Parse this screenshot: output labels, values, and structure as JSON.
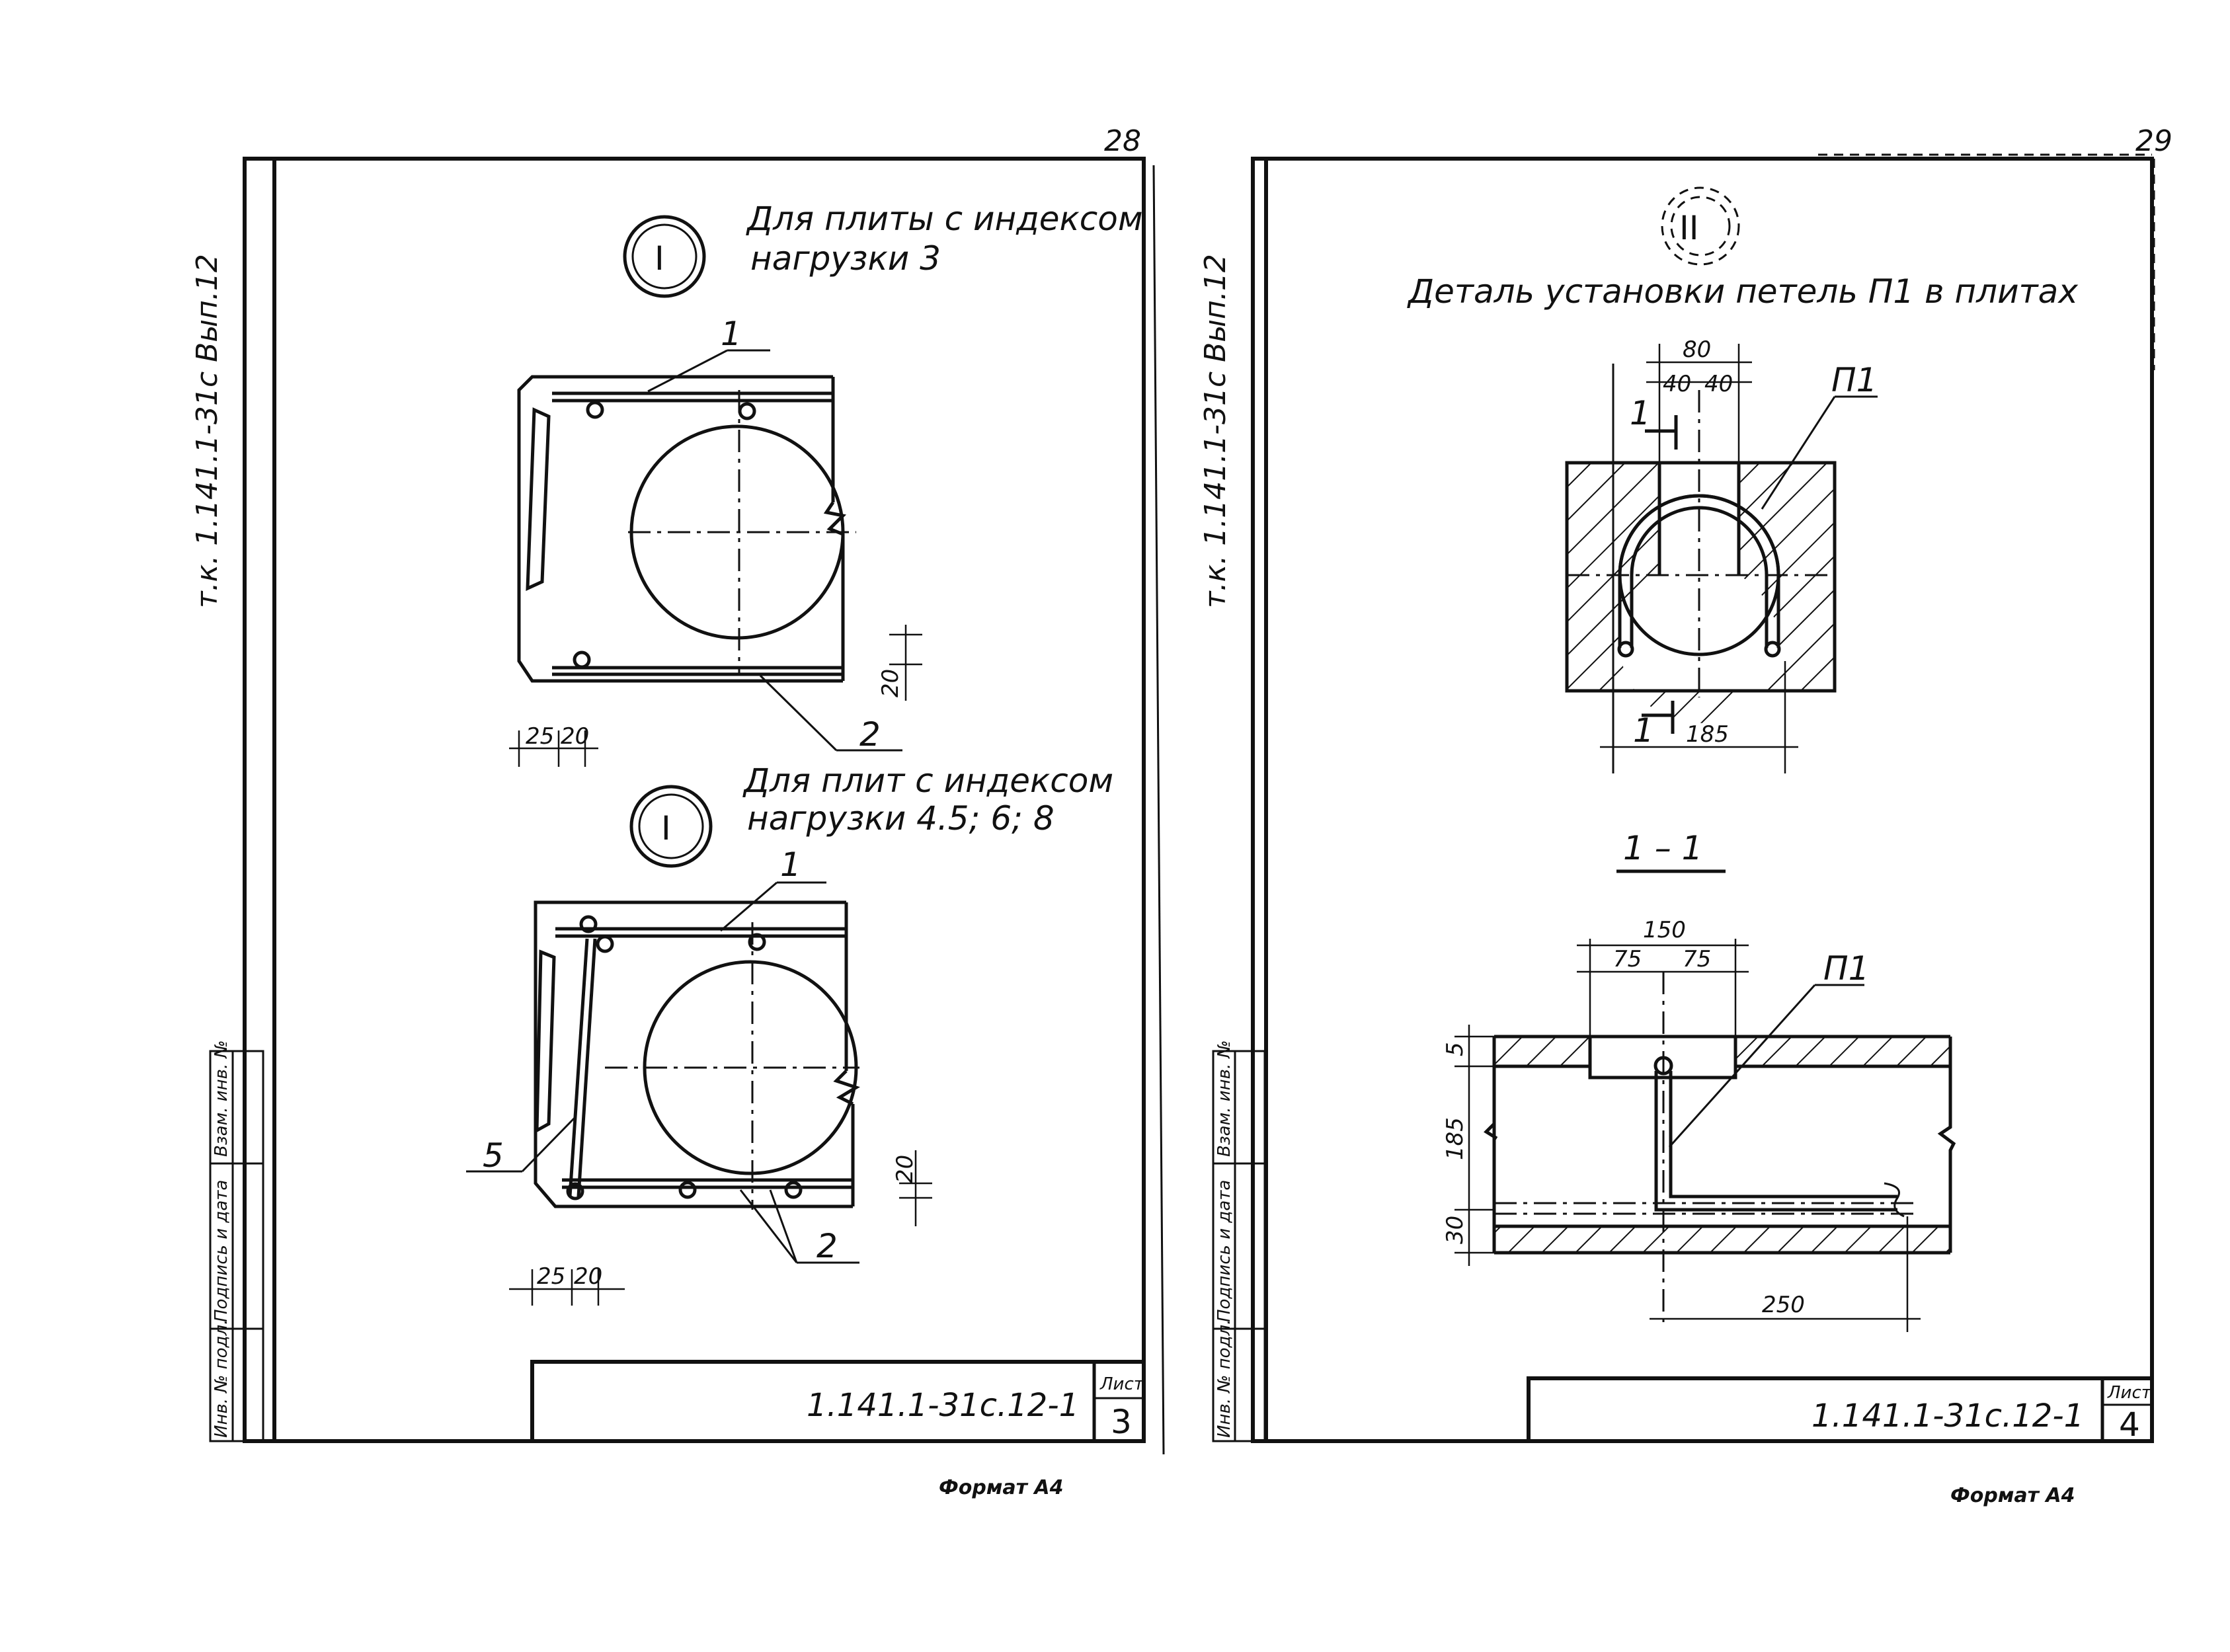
{
  "left_sheet": {
    "page_number": "28",
    "side_code": "т.к. 1.141.1-31с Вып.12",
    "detail1_title_line1": "Для плиты с индексом",
    "detail1_title_line2": "нагрузки 3",
    "detail1_marker": "I",
    "detail2_title_line1": "Для плит с индексом",
    "detail2_title_line2": "нагрузки 4.5; 6; 8",
    "detail2_marker": "I",
    "callouts": {
      "c1": "1",
      "c2": "2",
      "c1b": "1",
      "c2b": "2",
      "c5": "5"
    },
    "dims": {
      "d25": "25",
      "d20": "20",
      "d20v": "20",
      "d25b": "25",
      "d20b": "20",
      "d20vb": "20"
    },
    "stamp_code": "1.141.1-31с.12-1",
    "stamp_sheet_label": "Лист",
    "stamp_sheet_no": "3",
    "format_label": "Формат А4",
    "side_table": [
      "Инв. № подл.",
      "Подпись и дата",
      "Взам. инв. №"
    ]
  },
  "right_sheet": {
    "page_number": "29",
    "side_code": "т.к. 1.141.1-31с Вып.12",
    "detail_marker": "II",
    "detail_title": "Деталь установки петель П1 в плитах",
    "section_label": "1 – 1",
    "part_label_top": "П1",
    "part_label_bottom": "П1",
    "cut_marks": {
      "top": "1",
      "bottom": "1"
    },
    "dims": {
      "d80": "80",
      "d40a": "40",
      "d40b": "40",
      "d185": "185",
      "d150": "150",
      "d75a": "75",
      "d75b": "75",
      "d5": "5",
      "d185v": "185",
      "d30": "30",
      "d250": "250"
    },
    "stamp_code": "1.141.1-31с.12-1",
    "stamp_sheet_label": "Лист",
    "stamp_sheet_no": "4",
    "format_label": "Формат А4",
    "side_table": [
      "Инв. № подл.",
      "Подпись и дата",
      "Взам. инв. №"
    ]
  }
}
